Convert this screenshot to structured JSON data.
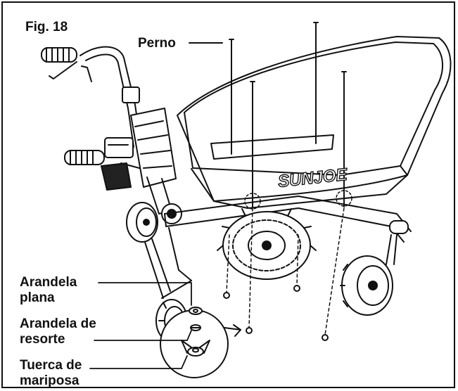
{
  "figure": {
    "title": "Fig. 18"
  },
  "brand": {
    "text": "SUNJOE"
  },
  "callouts": {
    "bolt": "Perno",
    "flat_washer_line1": "Arandela",
    "flat_washer_line2": "plana",
    "spring_washer_line1": "Arandela de",
    "spring_washer_line2": "resorte",
    "wing_nut_line1": "Tuerca de",
    "wing_nut_line2": "mariposa"
  },
  "colors": {
    "line": "#111111",
    "background": "#ffffff",
    "shade": "#d9d9d9"
  }
}
